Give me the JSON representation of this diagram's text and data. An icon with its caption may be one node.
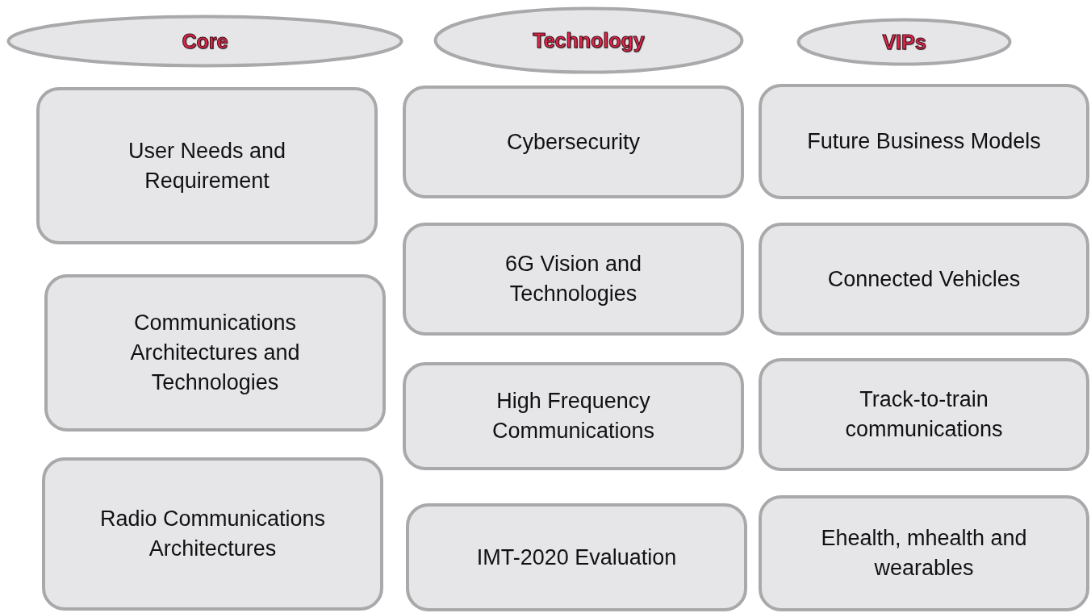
{
  "diagram": {
    "nodes": [
      {
        "text": [
          "Core"
        ]
      },
      {
        "text": [
          "Technology"
        ]
      },
      {
        "text": [
          "VIPs"
        ]
      },
      {
        "text": [
          "User Needs and Requirement"
        ]
      },
      {
        "text": [
          "Communications Architectures and Technologies"
        ]
      },
      {
        "text": [
          "Radio Communications Architectures"
        ]
      },
      {
        "text": [
          "Cybersecurity"
        ]
      },
      {
        "text": [
          "6G Vision and Technologies"
        ]
      },
      {
        "text": [
          "High Frequency Communications"
        ]
      },
      {
        "text": [
          "IMT-2020 Evaluation"
        ]
      },
      {
        "text": [
          "Future Business Models"
        ]
      },
      {
        "text": [
          "Connected Vehicles"
        ]
      },
      {
        "text": [
          "Track-to-train communications"
        ]
      },
      {
        "text": [
          "Ehealth, mhealth and wearables"
        ]
      }
    ],
    "edges": []
  }
}
